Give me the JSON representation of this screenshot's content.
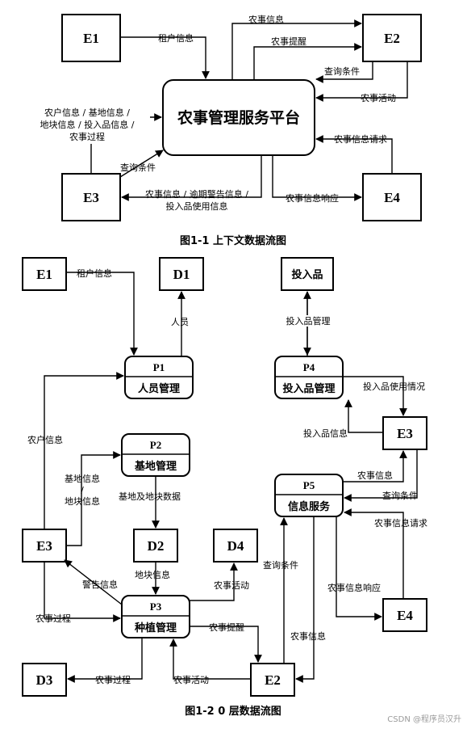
{
  "fig1": {
    "caption": "图1-1 上下文数据流图",
    "entities": {
      "e1": "E1",
      "e2": "E2",
      "e3": "E3",
      "e4": "E4"
    },
    "platform": "农事管理服务平台",
    "flows": {
      "tenant_info": "租户信息",
      "farm_info": "农事信息",
      "farm_reminder": "农事提醒",
      "query_cond_e2": "查询条件",
      "farm_activity": "农事活动",
      "e3_in_1": "农户信息 / 基地信息 /",
      "e3_in_2": "地块信息 / 投入品信息 /",
      "e3_in_3": "农事过程",
      "query_cond_e3": "查询条件",
      "e3_out_1": "农事信息 / 逾期警告信息 /",
      "e3_out_2": "投入品使用信息",
      "info_request": "农事信息请求",
      "info_response": "农事信息响应"
    }
  },
  "fig2": {
    "caption": "图1-2 0 层数据流图",
    "entities": {
      "e1": "E1",
      "e2": "E2",
      "e3a": "E3",
      "e3b": "E3",
      "e4": "E4"
    },
    "stores": {
      "d1": "D1",
      "d2": "D2",
      "d3": "D3",
      "d4": "D4",
      "input": "投入品"
    },
    "processes": {
      "p1": {
        "id": "P1",
        "name": "人员管理"
      },
      "p2": {
        "id": "P2",
        "name": "基地管理"
      },
      "p3": {
        "id": "P3",
        "name": "种植管理"
      },
      "p4": {
        "id": "P4",
        "name": "投入品管理"
      },
      "p5": {
        "id": "P5",
        "name": "信息服务"
      }
    },
    "flows": {
      "tenant_info": "租户信息",
      "personnel": "人员",
      "farmer_info": "农户信息",
      "base_info_1": "基地信息",
      "base_info_2": "/",
      "base_info_3": "地块信息",
      "base_plot_data": "基地及地块数据",
      "plot_info": "地块信息",
      "warning_info": "警告信息",
      "farm_process_in": "农事过程",
      "farm_activity_d4": "农事活动",
      "farm_reminder": "农事提醒",
      "farm_process_out": "农事过程",
      "farm_activity_e2": "农事活动",
      "input_mgmt": "投入品管理",
      "input_usage": "投入品使用情况",
      "input_info": "投入品信息",
      "farm_info_e3": "农事信息",
      "query_cond_e3": "查询条件",
      "info_request": "农事信息请求",
      "query_cond_e2": "查询条件",
      "info_response": "农事信息响应",
      "farm_info_e2": "农事信息"
    }
  },
  "watermark": "CSDN @程序员汉升"
}
